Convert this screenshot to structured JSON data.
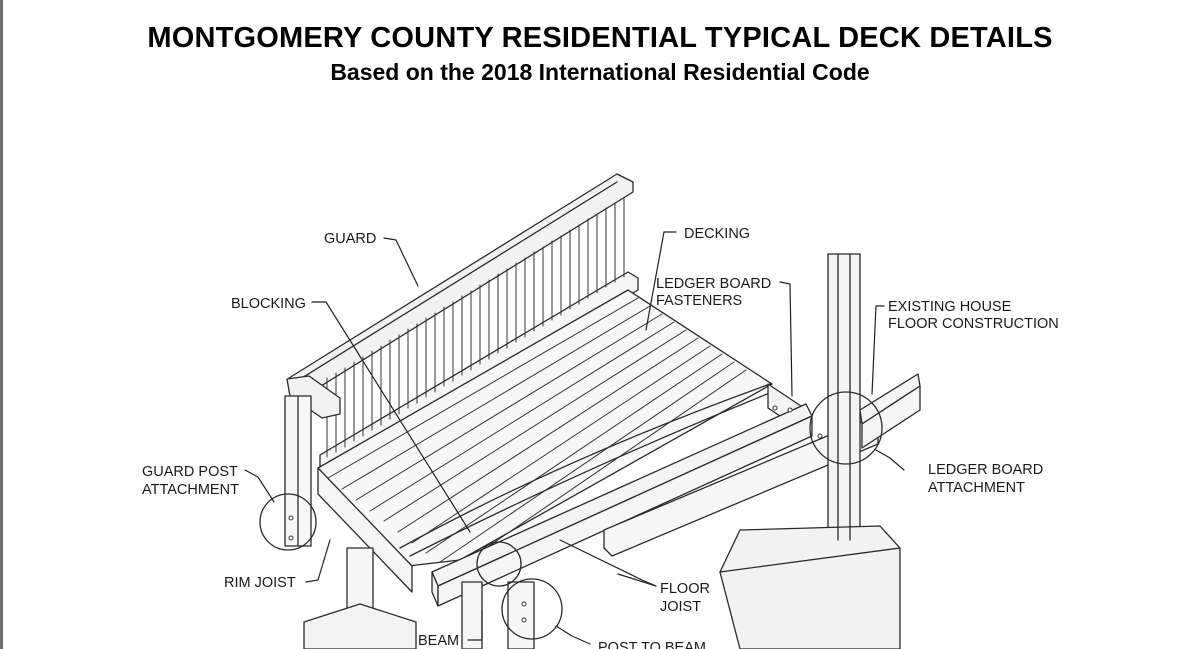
{
  "document": {
    "title": "MONTGOMERY COUNTY RESIDENTIAL TYPICAL DECK DETAILS",
    "subtitle": "Based on the 2018 International Residential Code"
  },
  "labels": {
    "guard": "GUARD",
    "decking": "DECKING",
    "blocking": "BLOCKING",
    "ledger_board_fasteners_1": "LEDGER BOARD",
    "ledger_board_fasteners_2": "FASTENERS",
    "existing_house_1": "EXISTING HOUSE",
    "existing_house_2": "FLOOR CONSTRUCTION",
    "guard_post_attachment_1": "GUARD POST",
    "guard_post_attachment_2": "ATTACHMENT",
    "ledger_board_attachment_1": "LEDGER BOARD",
    "ledger_board_attachment_2": "ATTACHMENT",
    "rim_joist": "RIM JOIST",
    "floor_joist_1": "FLOOR",
    "floor_joist_2": "JOIST",
    "beam": "BEAM",
    "post_to_beam": "POST TO BEAM"
  }
}
